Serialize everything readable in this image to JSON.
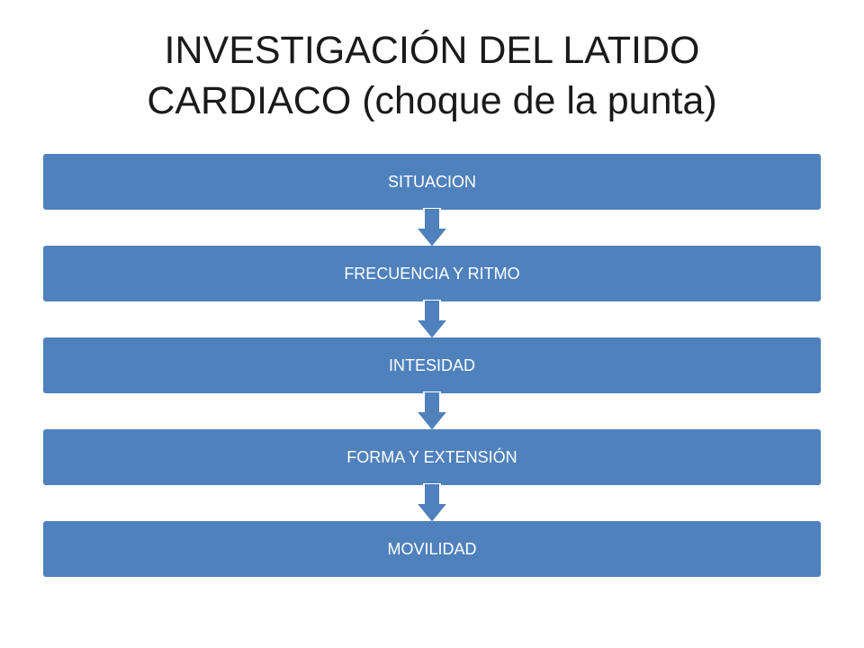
{
  "title": {
    "line1": "INVESTIGACIÓN DEL LATIDO",
    "line2": "CARDIACO (choque de la punta)"
  },
  "process": {
    "steps": [
      {
        "label": "SITUACION"
      },
      {
        "label": "FRECUENCIA Y RITMO"
      },
      {
        "label": "INTESIDAD"
      },
      {
        "label": "FORMA Y EXTENSIÓN"
      },
      {
        "label": "MOVILIDAD"
      }
    ],
    "colors": {
      "box": "#4f81bd",
      "arrow": "#4f81bd",
      "text": "#ffffff"
    }
  }
}
